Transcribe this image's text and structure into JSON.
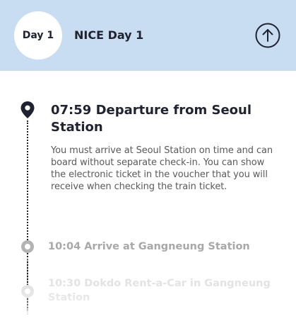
{
  "header": {
    "day_label": "Day 1",
    "title": "NICE Day 1",
    "background_color": "#c9ddf2",
    "up_icon": "arrow-up-circle-icon"
  },
  "timeline": {
    "steps": [
      {
        "title": "07:59 Departure from Seoul Station",
        "description": "You must arrive at Seoul Station on time and can board without separate check-in. You can show the electronic ticket in the voucher that you will receive when checking the train ticket.",
        "icon": "location-pin-icon",
        "state": "active"
      },
      {
        "title": "10:04 Arrive at Gangneung Station",
        "icon": "circle-dot-icon",
        "state": "upcoming"
      },
      {
        "title": "10:30 Dokdo Rent-a-Car in Gangneung Station",
        "icon": "circle-dot-icon",
        "state": "faded"
      }
    ]
  }
}
